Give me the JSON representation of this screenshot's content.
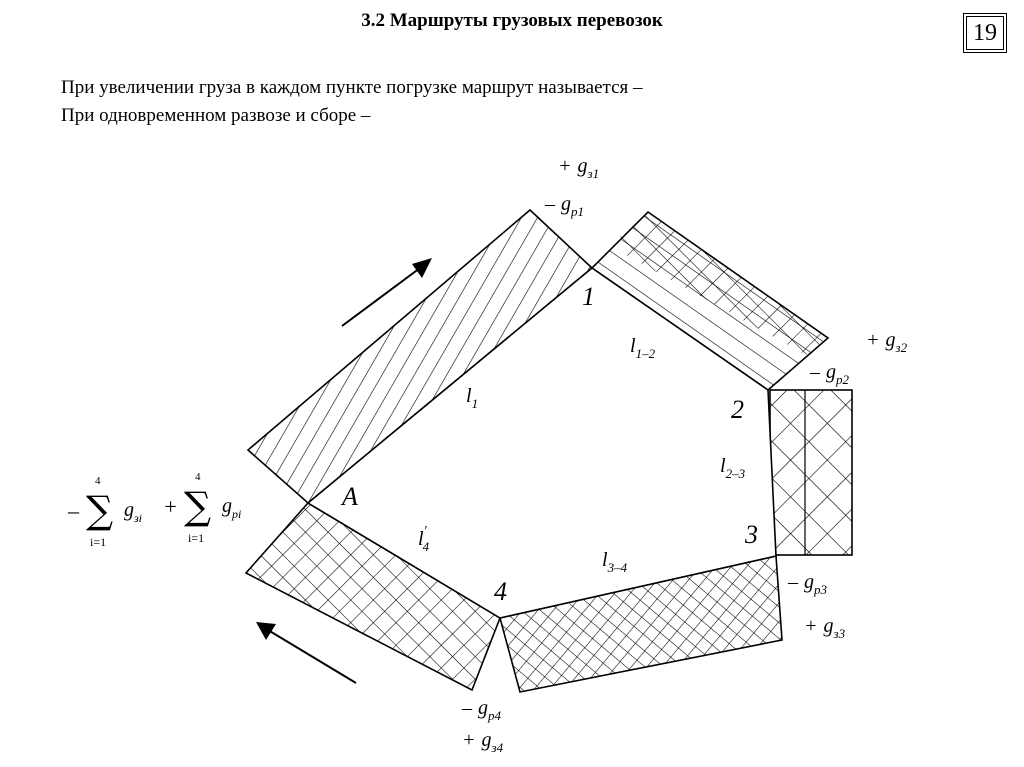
{
  "slide": {
    "title": "3.2 Маршруты грузовых перевозок",
    "page_number": "19",
    "lines": [
      "При увеличении груза в каждом пункте погрузке  маршрут называется –",
      "При одновременном развозе и сборе –"
    ]
  },
  "diagram": {
    "points": {
      "A": "A",
      "p1": "1",
      "p2": "2",
      "p3": "3",
      "p4": "4"
    },
    "segments": {
      "l1": {
        "base": "l",
        "sub": "1"
      },
      "l12": {
        "base": "l",
        "sub": "1–2"
      },
      "l23": {
        "base": "l",
        "sub": "2–3"
      },
      "l34": {
        "base": "l",
        "sub": "3–4"
      },
      "l4": {
        "base": "l",
        "sub": "4",
        "sup": "′"
      }
    },
    "loads": {
      "p1": {
        "plus": {
          "sign": "+",
          "base": "g",
          "sub": "з1"
        },
        "minus": {
          "sign": "–",
          "base": "g",
          "sub": "р1"
        }
      },
      "p2": {
        "plus": {
          "sign": "+",
          "base": "g",
          "sub": "з2"
        },
        "minus": {
          "sign": "–",
          "base": "g",
          "sub": "р2"
        }
      },
      "p3": {
        "minus": {
          "sign": "–",
          "base": "g",
          "sub": "р3"
        },
        "plus": {
          "sign": "+",
          "base": "g",
          "sub": "з3"
        }
      },
      "p4": {
        "minus": {
          "sign": "–",
          "base": "g",
          "sub": "р4"
        },
        "plus": {
          "sign": "+",
          "base": "g",
          "sub": "з4"
        }
      }
    },
    "sum_expression": {
      "minus_sign": "–",
      "plus_sign": "+",
      "sum_symbol": "∑",
      "upper": "4",
      "lower": "i=1",
      "term1": {
        "base": "g",
        "sub": "зi"
      },
      "term2": {
        "base": "g",
        "sub": "рi"
      }
    }
  }
}
